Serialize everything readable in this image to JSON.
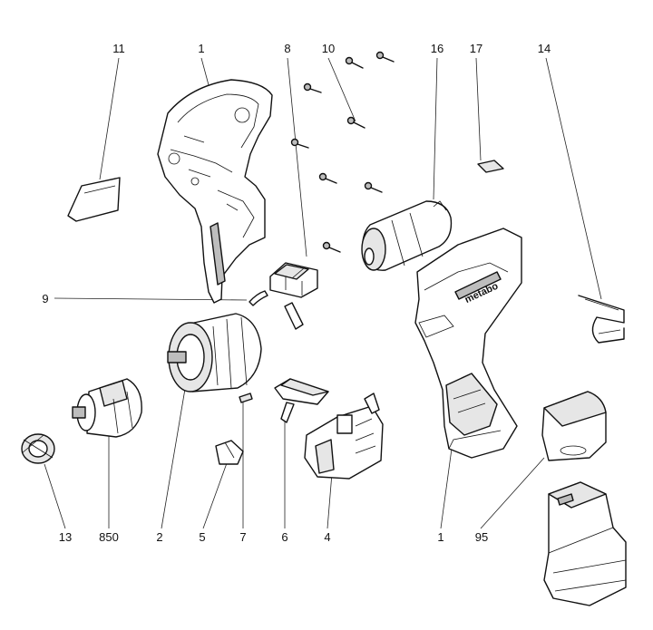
{
  "diagram": {
    "labels": [
      {
        "id": "11",
        "text": "11"
      },
      {
        "id": "1top",
        "text": "1"
      },
      {
        "id": "8",
        "text": "8"
      },
      {
        "id": "10",
        "text": "10"
      },
      {
        "id": "16",
        "text": "16"
      },
      {
        "id": "17",
        "text": "17"
      },
      {
        "id": "14",
        "text": "14"
      },
      {
        "id": "9",
        "text": "9"
      },
      {
        "id": "13",
        "text": "13"
      },
      {
        "id": "850",
        "text": "850"
      },
      {
        "id": "2",
        "text": "2"
      },
      {
        "id": "5",
        "text": "5"
      },
      {
        "id": "7",
        "text": "7"
      },
      {
        "id": "6",
        "text": "6"
      },
      {
        "id": "4",
        "text": "4"
      },
      {
        "id": "1bottom",
        "text": "1"
      },
      {
        "id": "95",
        "text": "95"
      }
    ],
    "brand_text": "metabo"
  },
  "colors": {
    "line": "#111111",
    "fill_light": "#e6e6e6",
    "fill_mid": "#bdbdbd",
    "background": "#ffffff"
  }
}
